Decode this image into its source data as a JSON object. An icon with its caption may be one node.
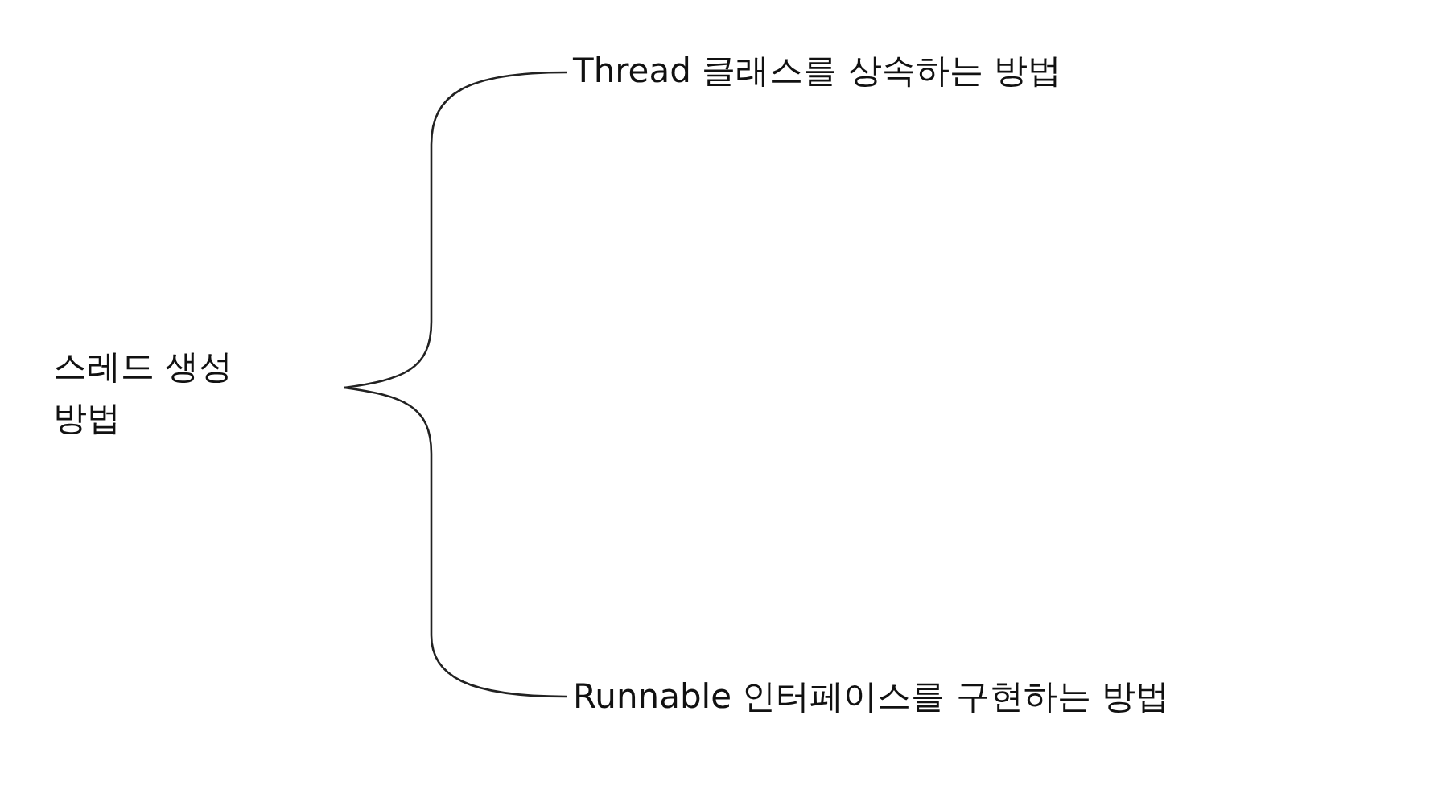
{
  "diagram": {
    "nodes": [
      {
        "text": [
          "스레드 생성 방법"
        ]
      },
      {
        "text": [
          "Thread 클래스를 상속하는 방법"
        ]
      },
      {
        "text": [
          "Runnable 인터페이스를 구현하는 방법"
        ]
      }
    ],
    "edges": [
      {
        "from": 0,
        "to": 1,
        "arrow": "none"
      },
      {
        "from": 0,
        "to": 2,
        "arrow": "none"
      }
    ]
  }
}
